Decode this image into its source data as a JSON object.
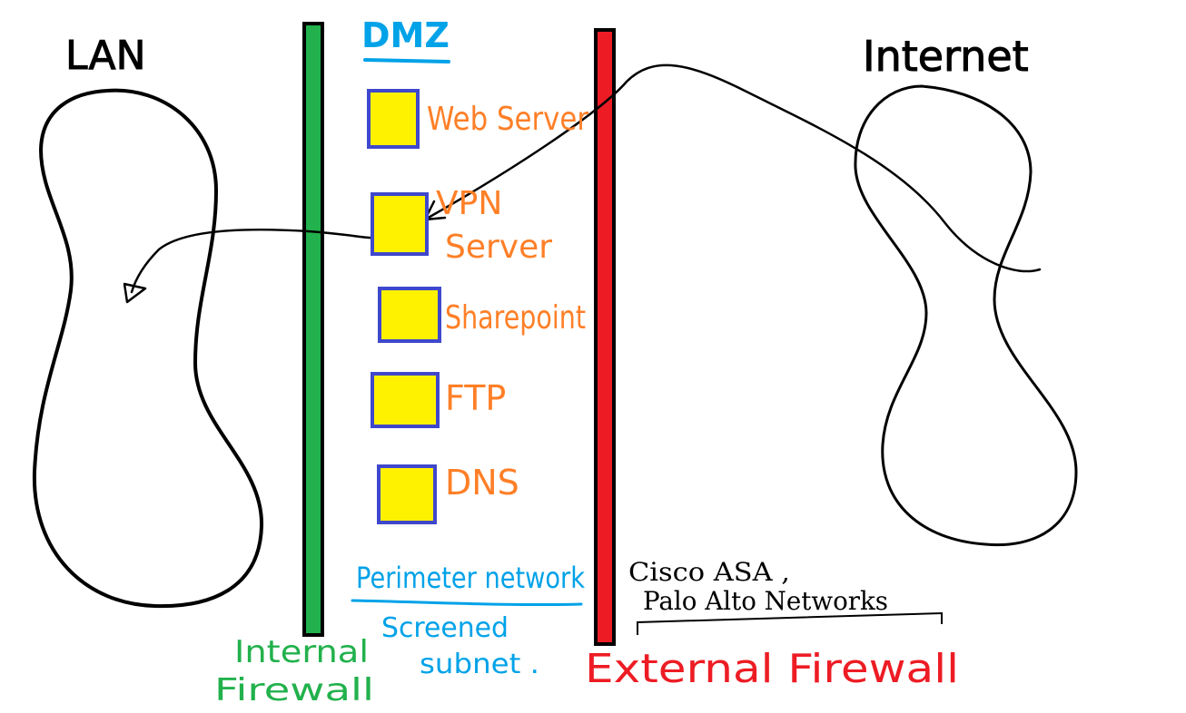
{
  "labels": {
    "lan": "LAN",
    "internet": "Internet",
    "dmz": "DMZ",
    "perimeter": "Perimeter network",
    "screened_1": "Screened",
    "screened_2": "subnet .",
    "internal_fw_1": "Internal",
    "internal_fw_2": "Firewall",
    "external_fw": "External Firewall",
    "vendors_1": "Cisco ASA ,",
    "vendors_2": "Palo Alto Networks"
  },
  "servers": [
    {
      "line1": "Web Server",
      "line2": ""
    },
    {
      "line1": "VPN",
      "line2": "Server"
    },
    {
      "line1": "Sharepoint",
      "line2": ""
    },
    {
      "line1": "FTP",
      "line2": ""
    },
    {
      "line1": "DNS",
      "line2": ""
    }
  ],
  "colors": {
    "ink": "#000000",
    "internal_firewall": "#22b14c",
    "external_firewall": "#ed1c24",
    "dmz_label": "#00a2e8",
    "server_text": "#ff7f27",
    "server_fill": "#fff200",
    "server_border": "#3f48cc"
  }
}
